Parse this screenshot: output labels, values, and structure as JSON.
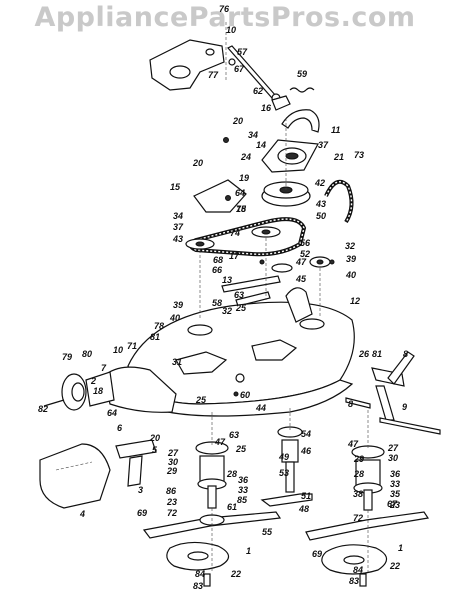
{
  "watermark": "AppliancePartsPros.com",
  "callouts": [
    {
      "id": "c76",
      "text": "76"
    },
    {
      "id": "c10a",
      "text": "10"
    },
    {
      "id": "c57",
      "text": "57"
    },
    {
      "id": "c67a",
      "text": "67"
    },
    {
      "id": "c77",
      "text": "77"
    },
    {
      "id": "c59",
      "text": "59"
    },
    {
      "id": "c62",
      "text": "62"
    },
    {
      "id": "c16",
      "text": "16"
    },
    {
      "id": "c20a",
      "text": "20"
    },
    {
      "id": "c11",
      "text": "11"
    },
    {
      "id": "c34a",
      "text": "34"
    },
    {
      "id": "c37a",
      "text": "37"
    },
    {
      "id": "c14",
      "text": "14"
    },
    {
      "id": "c24",
      "text": "24"
    },
    {
      "id": "c21",
      "text": "21"
    },
    {
      "id": "c73",
      "text": "73"
    },
    {
      "id": "c20b",
      "text": "20"
    },
    {
      "id": "c15",
      "text": "15"
    },
    {
      "id": "c19",
      "text": "19"
    },
    {
      "id": "c64a",
      "text": "64"
    },
    {
      "id": "c42",
      "text": "42"
    },
    {
      "id": "c18",
      "text": "18"
    },
    {
      "id": "c43a",
      "text": "43"
    },
    {
      "id": "c34b",
      "text": "34"
    },
    {
      "id": "c37b",
      "text": "37"
    },
    {
      "id": "c75",
      "text": "75"
    },
    {
      "id": "c50",
      "text": "50"
    },
    {
      "id": "c43b",
      "text": "43"
    },
    {
      "id": "c74",
      "text": "74"
    },
    {
      "id": "c56",
      "text": "56"
    },
    {
      "id": "c52",
      "text": "52"
    },
    {
      "id": "c32a",
      "text": "32"
    },
    {
      "id": "c68",
      "text": "68"
    },
    {
      "id": "c17",
      "text": "17"
    },
    {
      "id": "c47a",
      "text": "47"
    },
    {
      "id": "c39a",
      "text": "39"
    },
    {
      "id": "c66",
      "text": "66"
    },
    {
      "id": "c45",
      "text": "45"
    },
    {
      "id": "c40a",
      "text": "40"
    },
    {
      "id": "c13",
      "text": "13"
    },
    {
      "id": "c63a",
      "text": "63"
    },
    {
      "id": "c58",
      "text": "58"
    },
    {
      "id": "c25a",
      "text": "25"
    },
    {
      "id": "c12",
      "text": "12"
    },
    {
      "id": "c39b",
      "text": "39"
    },
    {
      "id": "c32b",
      "text": "32"
    },
    {
      "id": "c40b",
      "text": "40"
    },
    {
      "id": "c78",
      "text": "78"
    },
    {
      "id": "c81a",
      "text": "81"
    },
    {
      "id": "c31",
      "text": "31"
    },
    {
      "id": "c71",
      "text": "71"
    },
    {
      "id": "c80",
      "text": "80"
    },
    {
      "id": "c10b",
      "text": "10"
    },
    {
      "id": "c79",
      "text": "79"
    },
    {
      "id": "c7",
      "text": "7"
    },
    {
      "id": "c2",
      "text": "2"
    },
    {
      "id": "c26",
      "text": "26"
    },
    {
      "id": "c81b",
      "text": "81"
    },
    {
      "id": "c8a",
      "text": "8"
    },
    {
      "id": "c82",
      "text": "82"
    },
    {
      "id": "c18b",
      "text": "18"
    },
    {
      "id": "c64b",
      "text": "64"
    },
    {
      "id": "c25b",
      "text": "25"
    },
    {
      "id": "c60",
      "text": "60"
    },
    {
      "id": "c8b",
      "text": "8"
    },
    {
      "id": "c9",
      "text": "9"
    },
    {
      "id": "c44",
      "text": "44"
    },
    {
      "id": "c6",
      "text": "6"
    },
    {
      "id": "c20c",
      "text": "20"
    },
    {
      "id": "c5",
      "text": "5"
    },
    {
      "id": "c63b",
      "text": "63"
    },
    {
      "id": "c25c",
      "text": "25"
    },
    {
      "id": "c54",
      "text": "54"
    },
    {
      "id": "c46",
      "text": "46"
    },
    {
      "id": "c49",
      "text": "49"
    },
    {
      "id": "c47b",
      "text": "47"
    },
    {
      "id": "c27a",
      "text": "27"
    },
    {
      "id": "c30a",
      "text": "30"
    },
    {
      "id": "c47c",
      "text": "47"
    },
    {
      "id": "c27b",
      "text": "27"
    },
    {
      "id": "c30b",
      "text": "30"
    },
    {
      "id": "c29a",
      "text": "29"
    },
    {
      "id": "c28a",
      "text": "28"
    },
    {
      "id": "c36a",
      "text": "36"
    },
    {
      "id": "c33a",
      "text": "33"
    },
    {
      "id": "c85",
      "text": "85"
    },
    {
      "id": "c86",
      "text": "86"
    },
    {
      "id": "c3",
      "text": "3"
    },
    {
      "id": "c23a",
      "text": "23"
    },
    {
      "id": "c61",
      "text": "61"
    },
    {
      "id": "c53",
      "text": "53"
    },
    {
      "id": "c51",
      "text": "51"
    },
    {
      "id": "c48",
      "text": "48"
    },
    {
      "id": "c29b",
      "text": "29"
    },
    {
      "id": "c28b",
      "text": "28"
    },
    {
      "id": "c36b",
      "text": "36"
    },
    {
      "id": "c33b",
      "text": "33"
    },
    {
      "id": "c35",
      "text": "35"
    },
    {
      "id": "c38",
      "text": "38"
    },
    {
      "id": "c23b",
      "text": "23"
    },
    {
      "id": "c67b",
      "text": "67"
    },
    {
      "id": "c72a",
      "text": "72"
    },
    {
      "id": "c72b",
      "text": "72"
    },
    {
      "id": "c4",
      "text": "4"
    },
    {
      "id": "c69a",
      "text": "69"
    },
    {
      "id": "c55",
      "text": "55"
    },
    {
      "id": "c1a",
      "text": "1"
    },
    {
      "id": "c1b",
      "text": "1"
    },
    {
      "id": "c69b",
      "text": "69"
    },
    {
      "id": "c84a",
      "text": "84"
    },
    {
      "id": "c22a",
      "text": "22"
    },
    {
      "id": "c83a",
      "text": "83"
    },
    {
      "id": "c84b",
      "text": "84"
    },
    {
      "id": "c22b",
      "text": "22"
    },
    {
      "id": "c83b",
      "text": "83"
    }
  ]
}
